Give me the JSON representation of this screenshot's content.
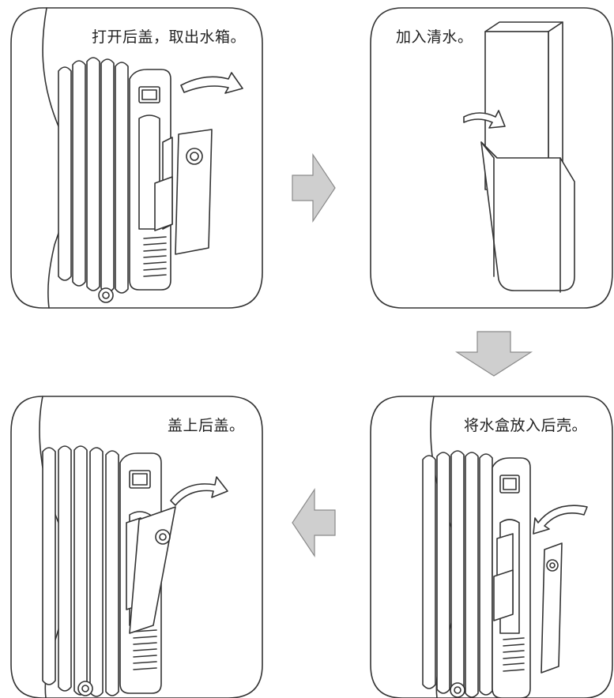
{
  "steps": [
    {
      "caption": "打开后盖，取出水箱。"
    },
    {
      "caption": "加入清水。"
    },
    {
      "caption": "将水盒放入后壳。"
    },
    {
      "caption": "盖上后盖。"
    }
  ],
  "colors": {
    "arrow_fill": "#cfcfcf",
    "arrow_stroke": "#8a8a8a",
    "line": "#333333"
  }
}
